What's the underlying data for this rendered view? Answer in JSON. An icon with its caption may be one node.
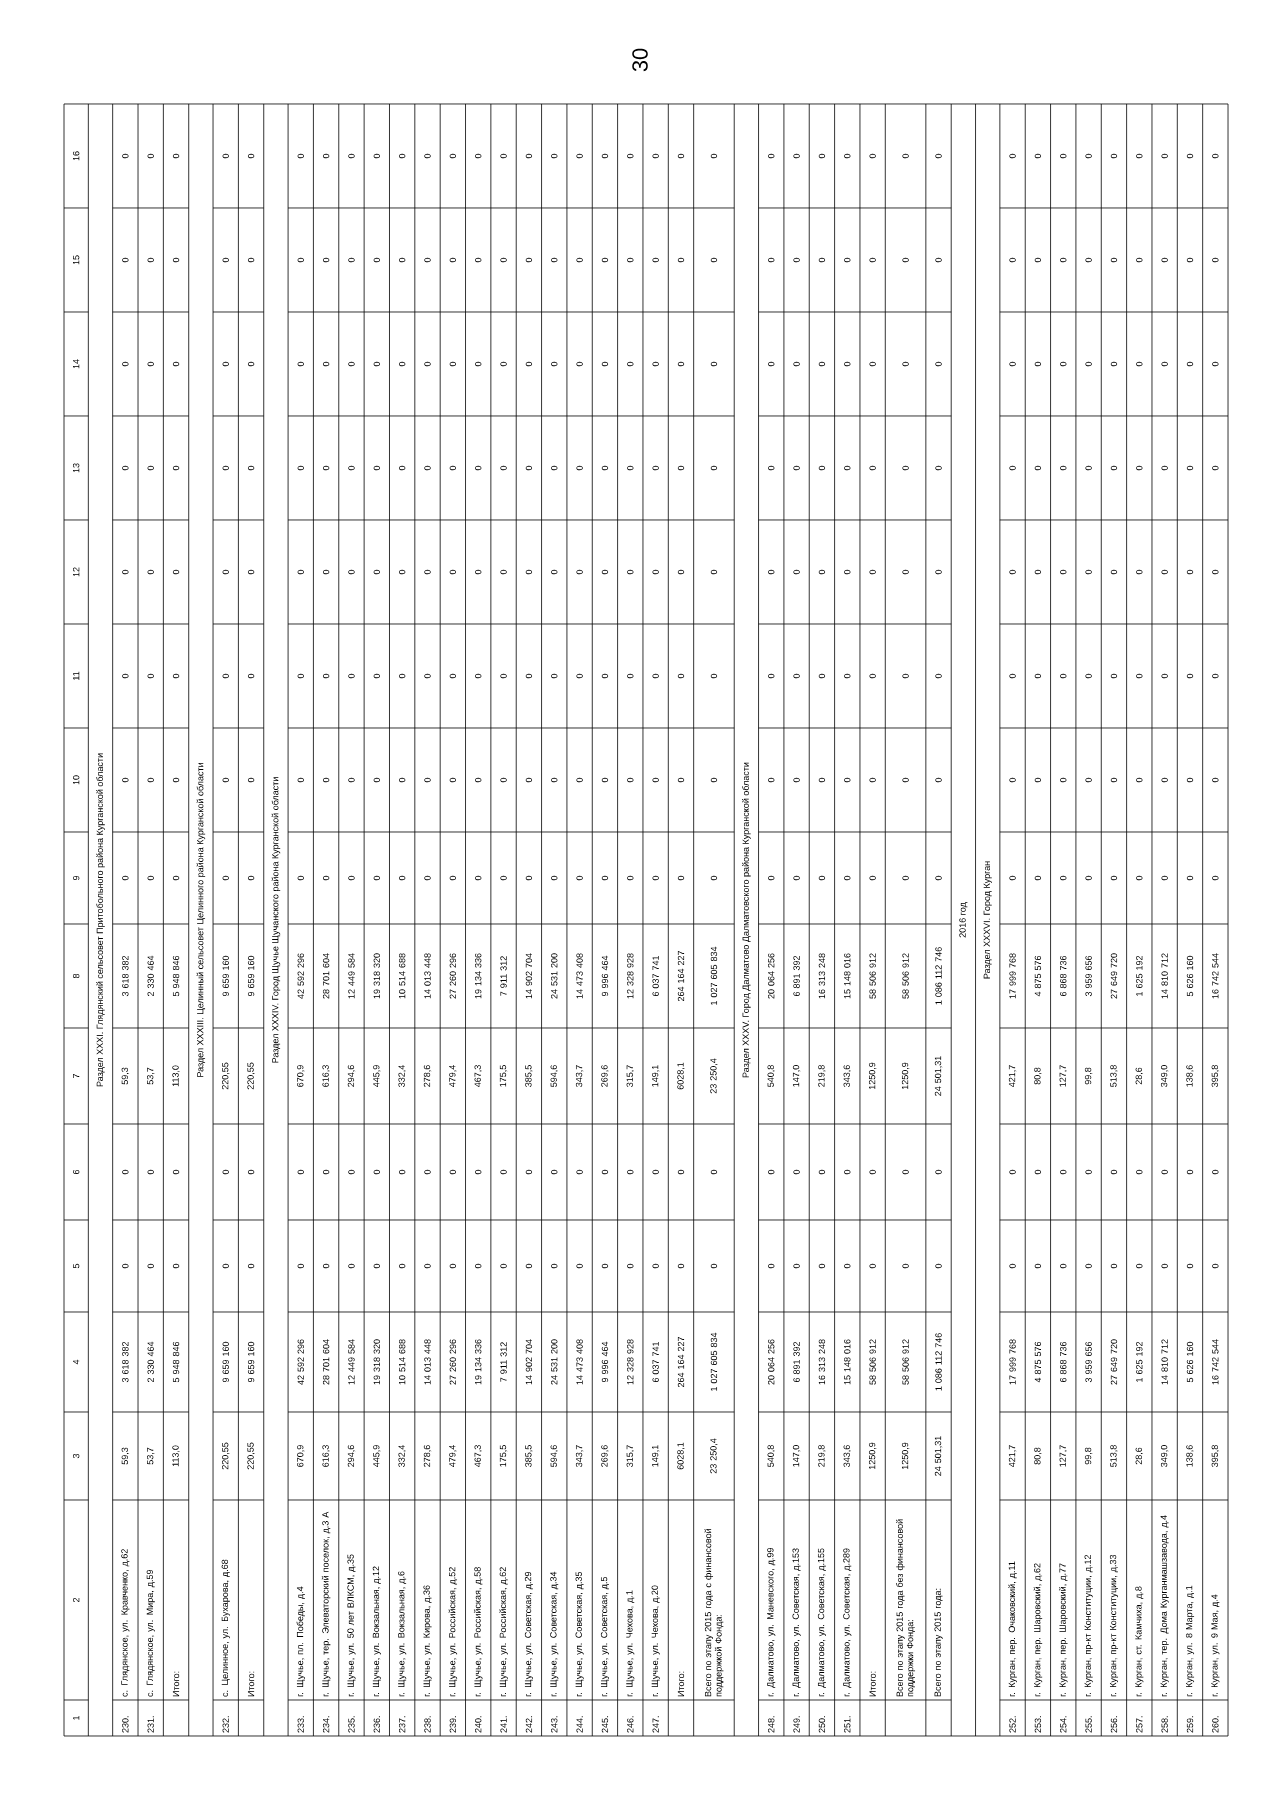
{
  "diagram": {
    "labels": [
      "30",
      "1",
      "2",
      "3",
      "4",
      "5",
      "6",
      "7",
      "8",
      "9",
      "10",
      "11",
      "12",
      "13",
      "14",
      "15",
      "16",
      "Раздел XXXI. Глядянский сельсовет Притобольного района Курганской области",
      "230.",
      "с. Глядянское, ул. Кравченко, д.62",
      "59,3",
      "3 618 382",
      "0",
      "0",
      "59,3",
      "3 618 382",
      "0",
      "0",
      "0",
      "0",
      "0",
      "0",
      "0",
      "0",
      "231.",
      "с. Глядянское, ул. Мира, д.59",
      "53,7",
      "2 330 464",
      "0",
      "0",
      "53,7",
      "2 330 464",
      "0",
      "0",
      "0",
      "0",
      "0",
      "0",
      "0",
      "0",
      "Итого:",
      "113,0",
      "5 948 846",
      "0",
      "0",
      "113,0",
      "5 948 846",
      "0",
      "0",
      "0",
      "0",
      "0",
      "0",
      "0",
      "0",
      "Раздел XXXIII. Целинный сельсовет Целинного района Курганской области",
      "232.",
      "с. Целинное, ул. Бухарова, д.68",
      "220,55",
      "9 659 160",
      "0",
      "0",
      "220,55",
      "9 659 160",
      "0",
      "0",
      "0",
      "0",
      "0",
      "0",
      "0",
      "0",
      "Итого:",
      "220,55",
      "9 659 160",
      "0",
      "0",
      "220,55",
      "9 659 160",
      "0",
      "0",
      "0",
      "0",
      "0",
      "0",
      "0",
      "0",
      "Раздел XXXIV. Город Щучье Щучанского района Курганской области",
      "233.",
      "г. Щучье, пл. Победы, д.4",
      "670,9",
      "42 592 296",
      "0",
      "0",
      "670,9",
      "42 592 296",
      "0",
      "0",
      "0",
      "0",
      "0",
      "0",
      "0",
      "0",
      "234.",
      "г. Щучье, тер. Элеваторский поселок, д.3 А",
      "616,3",
      "28 701 604",
      "0",
      "0",
      "616,3",
      "28 701 604",
      "0",
      "0",
      "0",
      "0",
      "0",
      "0",
      "0",
      "0",
      "235.",
      "г. Щучье, ул. 50 лет ВЛКСМ, д.35",
      "294,6",
      "12 449 584",
      "0",
      "0",
      "294,6",
      "12 449 584",
      "0",
      "0",
      "0",
      "0",
      "0",
      "0",
      "0",
      "0",
      "236.",
      "г. Щучье, ул. Вокзальная, д.12",
      "445,9",
      "19 318 320",
      "0",
      "0",
      "445,9",
      "19 318 320",
      "0",
      "0",
      "0",
      "0",
      "0",
      "0",
      "0",
      "0",
      "237.",
      "г. Щучье, ул. Вокзальная, д.6",
      "332,4",
      "10 514 688",
      "0",
      "0",
      "332,4",
      "10 514 688",
      "0",
      "0",
      "0",
      "0",
      "0",
      "0",
      "0",
      "0",
      "238.",
      "г. Щучье, ул. Кирова, д.36",
      "278,6",
      "14 013 448",
      "0",
      "0",
      "278,6",
      "14 013 448",
      "0",
      "0",
      "0",
      "0",
      "0",
      "0",
      "0",
      "0",
      "239.",
      "г. Щучье, ул. Российская, д.52",
      "479,4",
      "27 260 296",
      "0",
      "0",
      "479,4",
      "27 260 296",
      "0",
      "0",
      "0",
      "0",
      "0",
      "0",
      "0",
      "0",
      "240.",
      "г. Щучье, ул. Российская, д.58",
      "467,3",
      "19 134 336",
      "0",
      "0",
      "467,3",
      "19 134 336",
      "0",
      "0",
      "0",
      "0",
      "0",
      "0",
      "0",
      "0",
      "241.",
      "г. Щучье, ул. Российская, д.62",
      "175,5",
      "7 911 312",
      "0",
      "0",
      "175,5",
      "7 911 312",
      "0",
      "0",
      "0",
      "0",
      "0",
      "0",
      "0",
      "0",
      "242.",
      "г. Щучье, ул. Советская, д.29",
      "385,5",
      "14 902 704",
      "0",
      "0",
      "385,5",
      "14 902 704",
      "0",
      "0",
      "0",
      "0",
      "0",
      "0",
      "0",
      "0",
      "243.",
      "г. Щучье, ул. Советская, д.34",
      "594,6",
      "24 531 200",
      "0",
      "0",
      "594,6",
      "24 531 200",
      "0",
      "0",
      "0",
      "0",
      "0",
      "0",
      "0",
      "0",
      "244.",
      "г. Щучье, ул. Советская, д.35",
      "343,7",
      "14 473 408",
      "0",
      "0",
      "343,7",
      "14 473 408",
      "0",
      "0",
      "0",
      "0",
      "0",
      "0",
      "0",
      "0",
      "245.",
      "г. Щучье, ул. Советская, д.5",
      "269,6",
      "9 996 464",
      "0",
      "0",
      "269,6",
      "9 996 464",
      "0",
      "0",
      "0",
      "0",
      "0",
      "0",
      "0",
      "0",
      "246.",
      "г. Щучье, ул. Чехова, д.1",
      "315,7",
      "12 328 928",
      "0",
      "0",
      "315,7",
      "12 328 928",
      "0",
      "0",
      "0",
      "0",
      "0",
      "0",
      "0",
      "0",
      "247.",
      "г. Щучье, ул. Чехова, д.20",
      "149,1",
      "6 037 741",
      "0",
      "0",
      "149,1",
      "6 037 741",
      "0",
      "0",
      "0",
      "0",
      "0",
      "0",
      "0",
      "0",
      "Итого:",
      "6028,1",
      "264 164 227",
      "0",
      "0",
      "6028,1",
      "264 164 227",
      "0",
      "0",
      "0",
      "0",
      "0",
      "0",
      "0",
      "0",
      "Всего по этапу 2015 года с финансовой поддержкой Фонда:",
      "23 250,4",
      "1 027 605 834",
      "0",
      "0",
      "23 250,4",
      "1 027 605 834",
      "0",
      "0",
      "0",
      "0",
      "0",
      "0",
      "0",
      "0",
      "Раздел XXXV. Город Далматово Далматовского района Курганской области",
      "248.",
      "г. Далматово, ул. Маневского, д.99",
      "540,8",
      "20 064 256",
      "0",
      "0",
      "540,8",
      "20 064 256",
      "0",
      "0",
      "0",
      "0",
      "0",
      "0",
      "0",
      "0",
      "249.",
      "г. Далматово, ул. Советская, д.153",
      "147,0",
      "6 891 392",
      "0",
      "0",
      "147,0",
      "6 891 392",
      "0",
      "0",
      "0",
      "0",
      "0",
      "0",
      "0",
      "0",
      "250.",
      "г. Далматово, ул. Советская, д.155",
      "219,8",
      "16 313 248",
      "0",
      "0",
      "219,8",
      "16 313 248",
      "0",
      "0",
      "0",
      "0",
      "0",
      "0",
      "0",
      "0",
      "251.",
      "г. Далматово, ул. Советская, д.289",
      "343,6",
      "15 148 016",
      "0",
      "0",
      "343,6",
      "15 148 016",
      "0",
      "0",
      "0",
      "0",
      "0",
      "0",
      "0",
      "0",
      "Итого:",
      "1250,9",
      "58 506 912",
      "0",
      "0",
      "1250,9",
      "58 506 912",
      "0",
      "0",
      "0",
      "0",
      "0",
      "0",
      "0",
      "0",
      "Всего по этапу 2015 года без финансовой поддержки Фонда:",
      "1250,9",
      "58 506 912",
      "0",
      "0",
      "1250,9",
      "58 506 912",
      "0",
      "0",
      "0",
      "0",
      "0",
      "0",
      "0",
      "0",
      "Всего по этапу 2015 года:",
      "24 501,31",
      "1 086 112 746",
      "0",
      "0",
      "24 501,31",
      "1 086 112 746",
      "0",
      "0",
      "0",
      "0",
      "0",
      "0",
      "0",
      "0",
      "2016 год",
      "Раздел XXXVI. Город Курган",
      "252.",
      "г. Курган, пер. Очаковский, д.11",
      "421,7",
      "17 999 768",
      "0",
      "0",
      "421,7",
      "17 999 768",
      "0",
      "0",
      "0",
      "0",
      "0",
      "0",
      "0",
      "0",
      "253.",
      "г. Курган, пер. Шаровский, д.62",
      "80,8",
      "4 875 576",
      "0",
      "0",
      "80,8",
      "4 875 576",
      "0",
      "0",
      "0",
      "0",
      "0",
      "0",
      "0",
      "0",
      "254.",
      "г. Курган, пер. Шаровский, д.77",
      "127,7",
      "6 868 736",
      "0",
      "0",
      "127,7",
      "6 868 736",
      "0",
      "0",
      "0",
      "0",
      "0",
      "0",
      "0",
      "0",
      "255.",
      "г. Курган, пр-кт Конституции, д.12",
      "99,8",
      "3 959 656",
      "0",
      "0",
      "99,8",
      "3 959 656",
      "0",
      "0",
      "0",
      "0",
      "0",
      "0",
      "0",
      "0",
      "256.",
      "г. Курган, пр-кт Конституции, д.33",
      "513,8",
      "27 649 720",
      "0",
      "0",
      "513,8",
      "27 649 720",
      "0",
      "0",
      "0",
      "0",
      "0",
      "0",
      "0",
      "0",
      "257.",
      "г. Курган, ст. Камчиха, д.8",
      "28,6",
      "1 625 192",
      "0",
      "0",
      "28,6",
      "1 625 192",
      "0",
      "0",
      "0",
      "0",
      "0",
      "0",
      "0",
      "0",
      "258.",
      "г. Курган, тер. Дома Курганмашзавода, д.4",
      "349,0",
      "14 810 712",
      "0",
      "0",
      "349,0",
      "14 810 712",
      "0",
      "0",
      "0",
      "0",
      "0",
      "0",
      "0",
      "0",
      "259.",
      "г. Курган, ул. 8 Марта, д.1",
      "138,6",
      "5 626 160",
      "0",
      "0",
      "138,6",
      "5 626 160",
      "0",
      "0",
      "0",
      "0",
      "0",
      "0",
      "0",
      "0",
      "260.",
      "г. Курган, ул. 9 Мая, д.4",
      "395,8",
      "16 742 544",
      "0",
      "0",
      "395,8",
      "16 742 544",
      "0",
      "0",
      "0",
      "0",
      "0",
      "0",
      "0",
      "0"
    ]
  }
}
